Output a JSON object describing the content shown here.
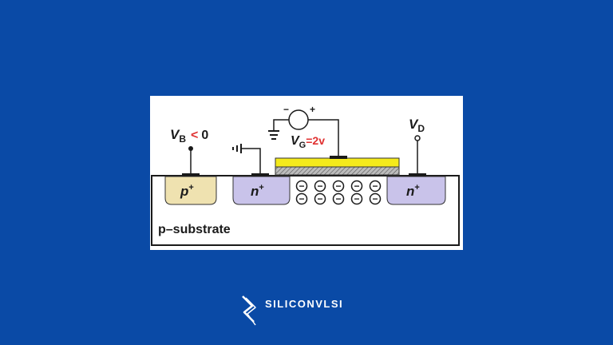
{
  "diagram": {
    "vb_label": "V",
    "vb_sub": "B",
    "vb_rel": "< 0",
    "vg_label": "V",
    "vg_sub": "G",
    "vg_val": "=2v",
    "vd_label": "V",
    "vd_sub": "D",
    "source_minus": "−",
    "source_plus": "+",
    "p_plus": "p",
    "n_left": "n",
    "n_right": "n",
    "plus_sign": "+",
    "substrate": "p–substrate",
    "electron_sign": "−"
  },
  "brand": {
    "name": "SILICONVLSI"
  },
  "colors": {
    "background": "#0a4aa6",
    "gate": "#f4ea1c",
    "p_region": "#efe2b0",
    "n_region": "#c9c3ea",
    "accent_red": "#e03030"
  }
}
